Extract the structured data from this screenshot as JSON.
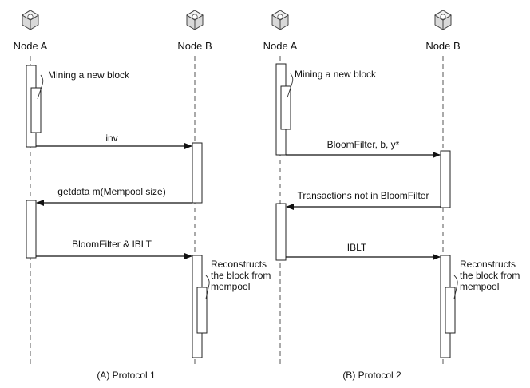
{
  "diagram": {
    "protocol1": {
      "caption": "(A) Protocol 1",
      "node_a": "Node A",
      "node_b": "Node B",
      "note_mining": "Mining a new block",
      "msg_inv": "inv",
      "msg_getdata": "getdata m(Mempool size)",
      "msg_bloom_iblt": "BloomFilter & IBLT",
      "note_reconstruct": [
        "Reconstructs",
        "the block from",
        "mempool"
      ]
    },
    "protocol2": {
      "caption": "(B) Protocol 2",
      "node_a": "Node A",
      "node_b": "Node B",
      "note_mining": "Mining a new block",
      "msg_bloom": "BloomFilter, b, y*",
      "msg_tx_not_in": "Transactions not in BloomFilter",
      "msg_iblt": "IBLT",
      "note_reconstruct": [
        "Reconstructs",
        "the block from",
        "mempool"
      ]
    },
    "icons": {
      "node": "server-node-icon"
    }
  }
}
